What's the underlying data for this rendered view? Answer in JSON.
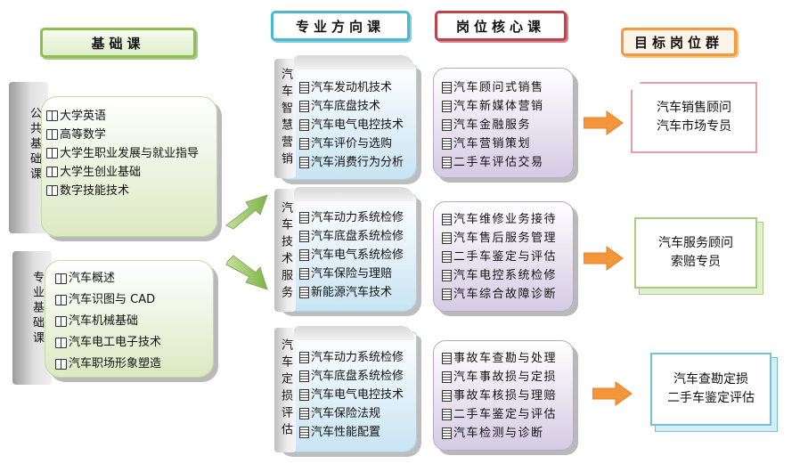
{
  "headers": {
    "basic": "基础课",
    "direction": "专业方向课",
    "core": "岗位核心课",
    "target": "目标岗位群"
  },
  "basic": {
    "public": {
      "label": "公共基础课",
      "items": [
        "大学英语",
        "高等数学",
        "大学生职业发展与就业指导",
        "大学生创业基础",
        "数字技能技术"
      ]
    },
    "major": {
      "label": "专业基础课",
      "items": [
        "汽车概述",
        "汽车识图与 CAD",
        "汽车机械基础",
        "汽车电工电子技术",
        "汽车职场形象塑造"
      ]
    }
  },
  "directions": [
    {
      "label": "汽车智慧营销",
      "items": [
        "汽车发动机技术",
        "汽车底盘技术",
        "汽车电气电控技术",
        "汽车评价与选购",
        "汽车消费行为分析"
      ]
    },
    {
      "label": "汽车技术服务",
      "items": [
        "汽车动力系统检修",
        "汽车底盘系统检修",
        "汽车电气系统检修",
        "汽车保险与理赔",
        "新能源汽车技术"
      ]
    },
    {
      "label": "汽车定损评估",
      "items": [
        "汽车动力系统检修",
        "汽车底盘系统检修",
        "汽车电气电控技术",
        "汽车保险法规",
        "汽车性能配置"
      ]
    }
  ],
  "cores": [
    {
      "items": [
        "汽车顾问式销售",
        "汽车新媒体营销",
        "汽车金融服务",
        "汽车营销策划",
        "二手车评估交易"
      ]
    },
    {
      "items": [
        "汽车维修业务接待",
        "汽车售后服务管理",
        "二手车鉴定与评估",
        "汽车电控系统检修",
        "汽车综合故障诊断"
      ]
    },
    {
      "items": [
        "事故车查勘与处理",
        "汽车事故损与定损",
        "事故车核损与理赔",
        "二手车鉴定与评估",
        "汽车检测与诊断"
      ]
    }
  ],
  "targets": [
    {
      "lines": [
        "汽车销售顾问",
        "汽车市场专员"
      ]
    },
    {
      "lines": [
        "汽车服务顾问",
        "索赔专员"
      ]
    },
    {
      "lines": [
        "汽车查勘定损",
        "二手车鉴定评估"
      ]
    }
  ],
  "colors": {
    "green_accent": "#8cc04b",
    "cyan_accent": "#4ab8cf",
    "red_accent": "#c0434b",
    "orange_accent": "#f39a3a",
    "arrow_green": "#8dc151",
    "arrow_orange": "#f5953a"
  },
  "icons": {
    "course": "book-icon",
    "core": "document-icon"
  }
}
